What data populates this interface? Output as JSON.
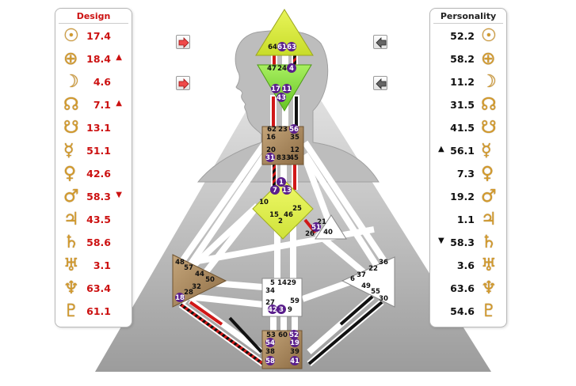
{
  "design": {
    "title": "Design",
    "rows": [
      {
        "planet": "sun-icon",
        "glyph": "☉",
        "value": "17.4",
        "arrow": ""
      },
      {
        "planet": "earth-icon",
        "glyph": "⊕",
        "value": "18.4",
        "arrow": "▲"
      },
      {
        "planet": "moon-icon",
        "glyph": "☽",
        "value": "4.6",
        "arrow": ""
      },
      {
        "planet": "north-node-icon",
        "glyph": "☊",
        "value": "7.1",
        "arrow": "▲"
      },
      {
        "planet": "south-node-icon",
        "glyph": "☋",
        "value": "13.1",
        "arrow": ""
      },
      {
        "planet": "mercury-icon",
        "glyph": "☿",
        "value": "51.1",
        "arrow": ""
      },
      {
        "planet": "venus-icon",
        "glyph": "♀",
        "value": "42.6",
        "arrow": ""
      },
      {
        "planet": "mars-icon",
        "glyph": "♂",
        "value": "58.3",
        "arrow": "▼"
      },
      {
        "planet": "jupiter-icon",
        "glyph": "♃",
        "value": "43.5",
        "arrow": ""
      },
      {
        "planet": "saturn-icon",
        "glyph": "♄",
        "value": "58.6",
        "arrow": ""
      },
      {
        "planet": "uranus-icon",
        "glyph": "♅",
        "value": "3.1",
        "arrow": ""
      },
      {
        "planet": "neptune-icon",
        "glyph": "♆",
        "value": "63.4",
        "arrow": ""
      },
      {
        "planet": "pluto-icon",
        "glyph": "♇",
        "value": "61.1",
        "arrow": ""
      }
    ]
  },
  "personality": {
    "title": "Personality",
    "rows": [
      {
        "planet": "sun-icon",
        "glyph": "☉",
        "value": "52.2",
        "arrow": ""
      },
      {
        "planet": "earth-icon",
        "glyph": "⊕",
        "value": "58.2",
        "arrow": ""
      },
      {
        "planet": "moon-icon",
        "glyph": "☽",
        "value": "11.2",
        "arrow": ""
      },
      {
        "planet": "north-node-icon",
        "glyph": "☊",
        "value": "31.5",
        "arrow": ""
      },
      {
        "planet": "south-node-icon",
        "glyph": "☋",
        "value": "41.5",
        "arrow": ""
      },
      {
        "planet": "mercury-icon",
        "glyph": "☿",
        "value": "56.1",
        "arrow": "▲"
      },
      {
        "planet": "venus-icon",
        "glyph": "♀",
        "value": "7.3",
        "arrow": ""
      },
      {
        "planet": "mars-icon",
        "glyph": "♂",
        "value": "19.2",
        "arrow": ""
      },
      {
        "planet": "jupiter-icon",
        "glyph": "♃",
        "value": "1.1",
        "arrow": ""
      },
      {
        "planet": "saturn-icon",
        "glyph": "♄",
        "value": "58.3",
        "arrow": "▼"
      },
      {
        "planet": "uranus-icon",
        "glyph": "♅",
        "value": "3.6",
        "arrow": ""
      },
      {
        "planet": "neptune-icon",
        "glyph": "♆",
        "value": "63.6",
        "arrow": ""
      },
      {
        "planet": "pluto-icon",
        "glyph": "♇",
        "value": "54.6",
        "arrow": ""
      }
    ]
  },
  "colors": {
    "design_red": "#cc1111",
    "head_yellow": "#e8f55a",
    "ajna_green": "#8fe04a",
    "center_brown": "#a9895e",
    "highlight_purple": "#5a1e8c",
    "channel_black": "#111111"
  },
  "nav_buttons": [
    {
      "name": "design-next-button",
      "icon": "arrow-right-icon"
    },
    {
      "name": "design-next-2-button",
      "icon": "arrow-right-icon"
    },
    {
      "name": "personality-prev-button",
      "icon": "arrow-left-icon"
    },
    {
      "name": "personality-prev-2-button",
      "icon": "arrow-left-icon"
    }
  ],
  "gates": {
    "head": [
      "64",
      "61",
      "63"
    ],
    "ajna": [
      "47",
      "24",
      "4",
      "17",
      "11",
      "43"
    ],
    "throat": [
      "62",
      "23",
      "56",
      "16",
      "35",
      "20",
      "31",
      "8",
      "33",
      "45",
      "12"
    ],
    "g": [
      "1",
      "7",
      "13",
      "10",
      "25",
      "15",
      "46",
      "2"
    ],
    "ego": [
      "21",
      "51",
      "26",
      "40"
    ],
    "spleen": [
      "48",
      "57",
      "44",
      "50",
      "32",
      "28",
      "18"
    ],
    "sacral": [
      "5",
      "14",
      "29",
      "34",
      "27",
      "42",
      "3",
      "9",
      "59"
    ],
    "solar": [
      "36",
      "22",
      "37",
      "6",
      "49",
      "55",
      "30"
    ],
    "root": [
      "53",
      "60",
      "52",
      "54",
      "19",
      "38",
      "39",
      "58",
      "41"
    ]
  }
}
